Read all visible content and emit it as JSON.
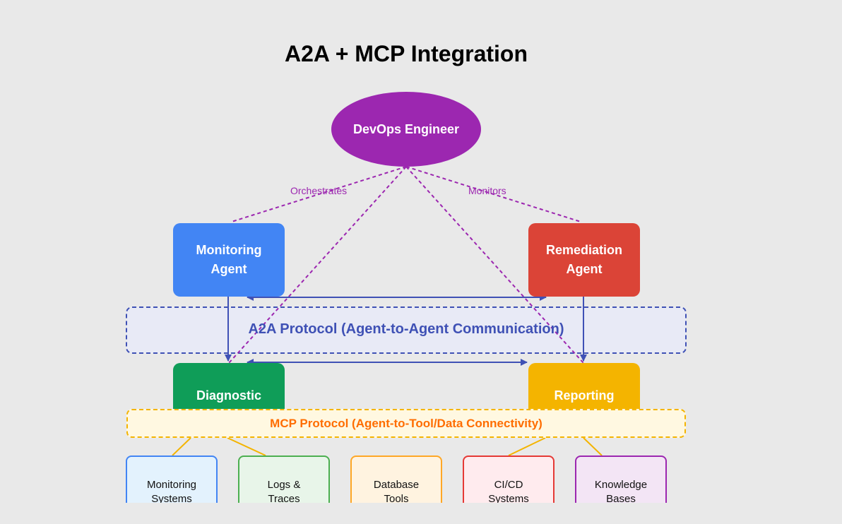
{
  "title": "A2A + MCP Integration",
  "user": {
    "label": "DevOps Engineer"
  },
  "edge_labels": {
    "orchestrates": "Orchestrates",
    "monitors": "Monitors"
  },
  "agents": {
    "monitoring": {
      "line1": "Monitoring",
      "line2": "Agent"
    },
    "remediation": {
      "line1": "Remediation",
      "line2": "Agent"
    },
    "diagnostic": {
      "line1": "Diagnostic"
    },
    "reporting": {
      "line1": "Reporting"
    }
  },
  "protocols": {
    "a2a": "A2A Protocol (Agent-to-Agent Communication)",
    "mcp": "MCP Protocol (Agent-to-Tool/Data Connectivity)"
  },
  "tools": [
    {
      "line1": "Monitoring",
      "line2": "Systems"
    },
    {
      "line1": "Logs &",
      "line2": "Traces"
    },
    {
      "line1": "Database",
      "line2": "Tools"
    },
    {
      "line1": "CI/CD",
      "line2": "Systems"
    },
    {
      "line1": "Knowledge",
      "line2": "Bases"
    }
  ],
  "colors": {
    "background": "#e9e9e9",
    "user": "#9c27b0",
    "monitoring_agent": "#4285f4",
    "remediation_agent": "#db4437",
    "diagnostic_agent": "#0f9d58",
    "reporting_agent": "#f4b400",
    "a2a": "#3f51b5",
    "mcp": "#ff6d00",
    "mcp_connector": "#f4b400"
  }
}
